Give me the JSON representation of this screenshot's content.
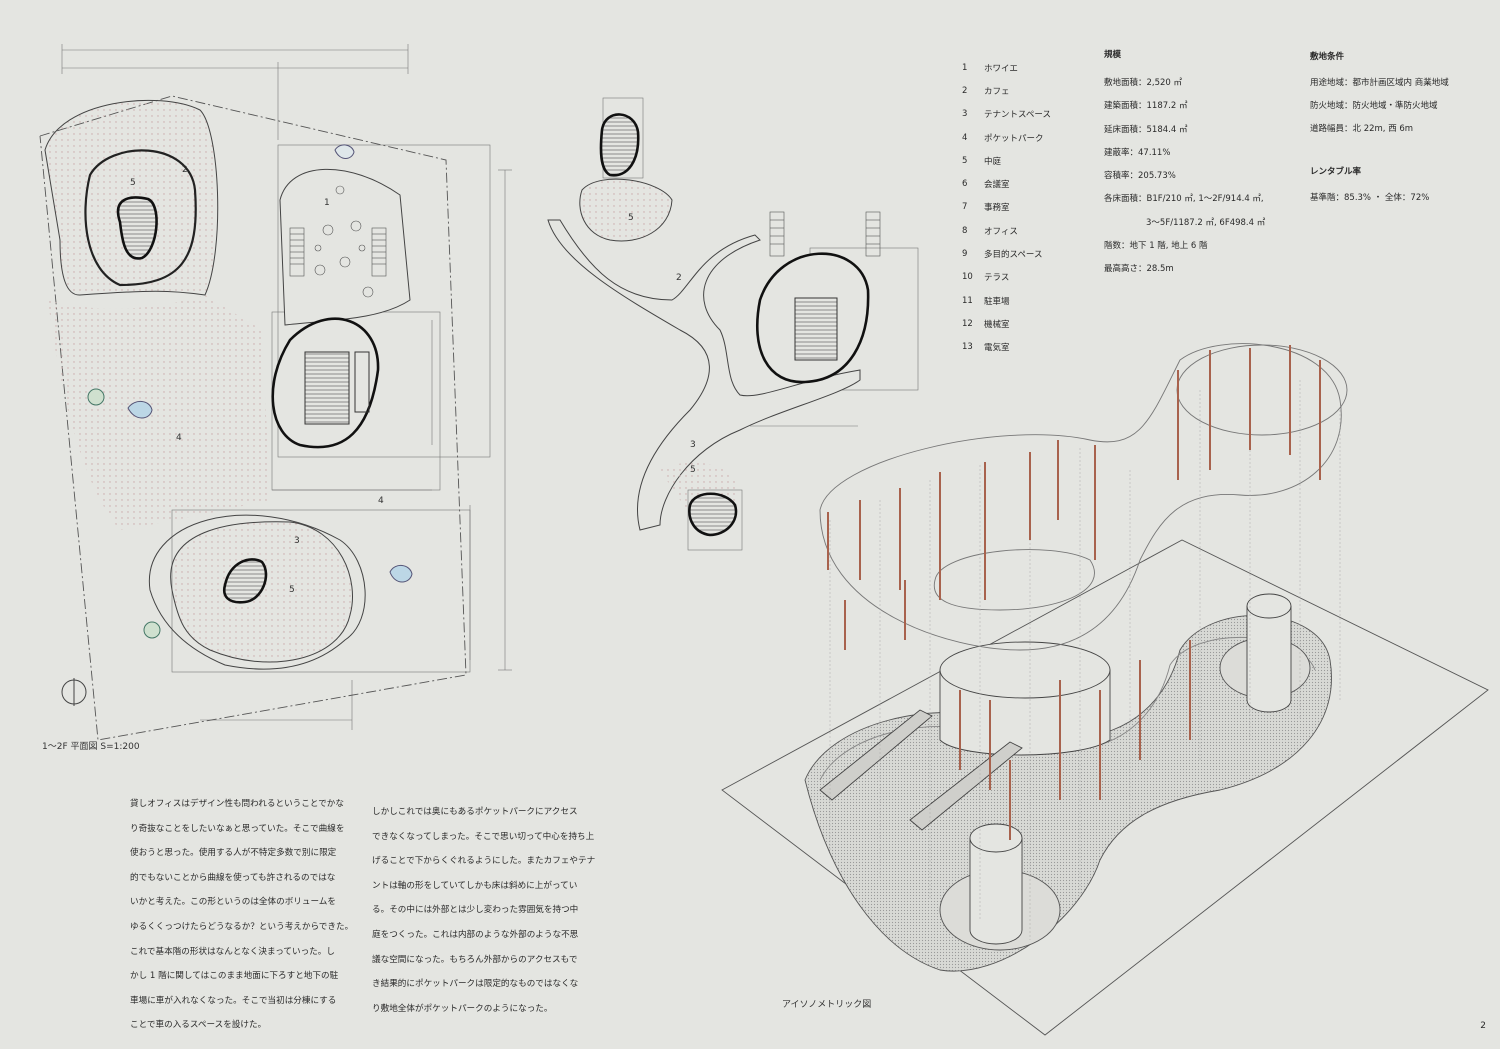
{
  "plan_labels": {
    "n5a": "5",
    "n2a": "2",
    "n1": "1",
    "n4a": "4",
    "n4b": "4",
    "n3a": "3",
    "n5b": "5",
    "u5": "5",
    "u2": "2",
    "u3": "3",
    "u5b": "5"
  },
  "captions": {
    "plan": "1～2F 平面図  S=1:200",
    "iso": "アイソノメトリック図"
  },
  "legend": [
    {
      "num": "1",
      "name": "ホワイエ"
    },
    {
      "num": "2",
      "name": "カフェ"
    },
    {
      "num": "3",
      "name": "テナントスペース"
    },
    {
      "num": "4",
      "name": "ポケットパーク"
    },
    {
      "num": "5",
      "name": "中庭"
    },
    {
      "num": "6",
      "name": "会議室"
    },
    {
      "num": "7",
      "name": "事務室"
    },
    {
      "num": "8",
      "name": "オフィス"
    },
    {
      "num": "9",
      "name": "多目的スペース"
    },
    {
      "num": "10",
      "name": "テラス"
    },
    {
      "num": "11",
      "name": "駐車場"
    },
    {
      "num": "12",
      "name": "機械室"
    },
    {
      "num": "13",
      "name": "電気室"
    }
  ],
  "scale": {
    "head": "規模",
    "rows": [
      "敷地面積：2,520 ㎡",
      "建築面積：1187.2 ㎡",
      "延床面積：5184.4 ㎡",
      "建蔽率：47.11%",
      "容積率：205.73%",
      "各床面積：B1F/210 ㎡, 1～2F/914.4 ㎡,",
      "3～5F/1187.2 ㎡, 6F498.4 ㎡",
      "階数：地下 1 階, 地上 6 階",
      "最高高さ：28.5m"
    ]
  },
  "site": {
    "head": "敷地条件",
    "rows": [
      "用途地域：都市計画区域内  商業地域",
      "防火地域：防火地域・準防火地域",
      "道路幅員：北 22m, 西 6m"
    ],
    "rent_head": "レンタブル率",
    "rent_row": "基準階：85.3%  ・  全体：72%"
  },
  "essay_left": [
    "貸しオフィスはデザイン性も問われるということでかな",
    "り奇抜なことをしたいなぁと思っていた。そこで曲線を",
    "使おうと思った。使用する人が不特定多数で別に限定",
    "的でもないことから曲線を使っても許されるのではな",
    "いかと考えた。この形というのは全体のボリュームを",
    "ゆるくくっつけたらどうなるか？という考えからできた。",
    "これで基本階の形状はなんとなく決まっていった。し",
    "かし 1 階に関してはこのまま地面に下ろすと地下の駐",
    "車場に車が入れなくなった。そこで当初は分棟にする",
    "ことで車の入るスペースを設けた。"
  ],
  "essay_right": [
    "しかしこれでは奥にもあるポケットパークにアクセス",
    "できなくなってしまった。そこで思い切って中心を持ち上",
    "げることで下からくぐれるようにした。またカフェやテナ",
    "ントは軸の形をしていてしかも床は斜めに上がってい",
    "る。その中には外部とは少し変わった雰囲気を持つ中",
    "庭をつくった。これは内部のような外部のような不思",
    "議な空間になった。もちろん外部からのアクセスもで",
    "き結果的にポケットパークは限定的なものではなくな",
    "り敷地全体がポケットパークのようになった。"
  ],
  "page_number": "2"
}
